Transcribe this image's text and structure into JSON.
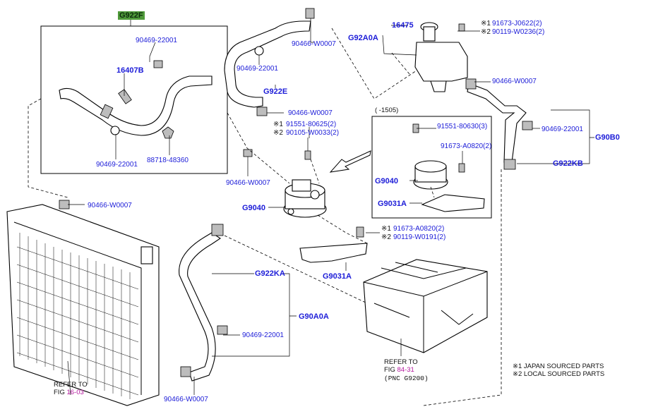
{
  "group_header": "G922F",
  "labels": {
    "g922f_90469_top": "90469-22001",
    "g922f_16407b": "16407B",
    "g922f_90469_bottom": "90469-22001",
    "g922f_88718": "88718-48360",
    "hose_90469": "90469-22001",
    "hose_90466_top": "90466-W0007",
    "g922e": "G922E",
    "clamp_90466_mid": "90466-W0007",
    "bolt_mark1": "※1",
    "bolt_91551_80625": "91551-80625(2)",
    "bolt_mark2": "※2",
    "bolt_90105": "90105-W0033(2)",
    "left_90466": "90466-W0007",
    "radiator_90466": "90466-W0007",
    "g9040_main": "G9040",
    "bracket_mark1": "※1",
    "bracket_91673": "91673-A0820(2)",
    "bracket_mark2": "※2",
    "bracket_90119": "90119-W0191(2)",
    "g9031a_main": "G9031A",
    "g922ka": "G922KA",
    "g90a0a": "G90A0A",
    "lower_90469": "90469-22001",
    "bottom_90466": "90466-W0007",
    "refer_radiator_line1": "REFER TO",
    "refer_radiator_fig": "FIG",
    "refer_radiator_num": "16-03",
    "refer_inverter_line1": "REFER TO",
    "refer_inverter_fig": "FIG",
    "refer_inverter_num": "84-31",
    "refer_inverter_pnc": "(PNC G9200)",
    "tank_16475": "16475",
    "tank_g92a0a": "G92A0A",
    "tank_mark1": "※1",
    "tank_91673": "91673-J0622(2)",
    "tank_mark2": "※2",
    "tank_90119": "90119-W0236(2)",
    "right_90466": "90466-W0007",
    "right_90469": "90469-22001",
    "g90b0": "G90B0",
    "g922kb": "G922KB",
    "inset_range": "(    -1505)",
    "inset_91551": "91551-80630(3)",
    "inset_91673": "91673-A0820(2)",
    "inset_g9040": "G9040",
    "inset_g9031a": "G9031A",
    "legend_line1": "※1 JAPAN SOURCED PARTS",
    "legend_line2": "※2 LOCAL SOURCED PARTS"
  }
}
